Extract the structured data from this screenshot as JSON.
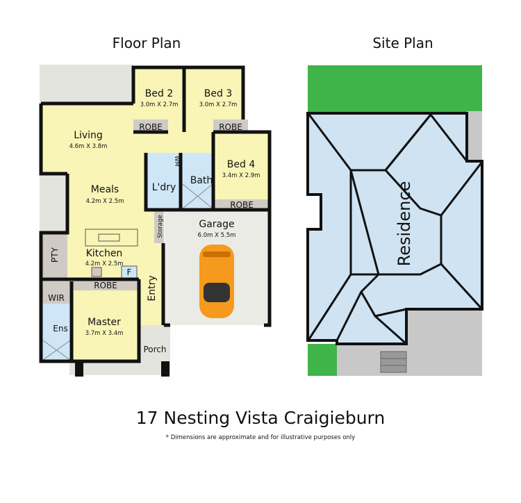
{
  "floor_plan": {
    "title": "Floor Plan",
    "rooms": {
      "bed2": {
        "name": "Bed 2",
        "dims": "3.0m X 2.7m"
      },
      "bed3": {
        "name": "Bed 3",
        "dims": "3.0m X 2.7m"
      },
      "bed4": {
        "name": "Bed 4",
        "dims": "3.4m X 2.9m"
      },
      "living": {
        "name": "Living",
        "dims": "4.6m X 3.8m"
      },
      "meals": {
        "name": "Meals",
        "dims": "4.2m X 2.5m"
      },
      "kitchen": {
        "name": "Kitchen",
        "dims": "4.2m X 2.5m"
      },
      "master": {
        "name": "Master",
        "dims": "3.7m X 3.4m"
      },
      "garage": {
        "name": "Garage",
        "dims": "6.0m X 5.5m"
      },
      "robe_bed2": "ROBE",
      "robe_bed3": "ROBE",
      "robe_bed4": "ROBE",
      "robe_master": "ROBE",
      "ldry": "L'dry",
      "bath": "Bath",
      "wm": "WM",
      "storage": "Storage",
      "pty": "PTY",
      "fridge": "F",
      "entry": "Entry",
      "wir": "WIR",
      "ens": "Ens",
      "porch": "Porch"
    }
  },
  "site_plan": {
    "title": "Site Plan",
    "residence_label": "Residence"
  },
  "address": "17 Nesting Vista Craigieburn",
  "disclaimer": "* Dimensions are approximate and for illustrative purposes only",
  "colors": {
    "living_area": "#f8f5b6",
    "wet_area": "#cfe6f7",
    "garage": "#ebebe6",
    "outdoor": "#e4e4df",
    "robe": "#cfcbc4",
    "lawn": "#3fb449",
    "residence_roof": "#cfe3f2",
    "car": "#f59a1c"
  }
}
